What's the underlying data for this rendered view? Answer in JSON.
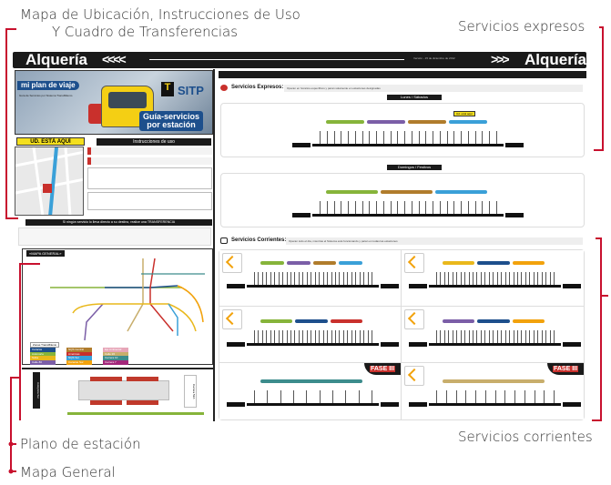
{
  "callouts": {
    "top_left_line1": "Mapa de Ubicación, Instrucciones de Uso",
    "top_left_line2": "Y Cuadro de Transferencias",
    "top_right": "Servicios expresos",
    "bottom_right": "Servicios corrientes",
    "bottom_left_1": "Plano de estación",
    "bottom_left_2": "Mapa General"
  },
  "poster": {
    "station_name": "Alquería",
    "date_note": "Versión - 15 de diciembre de 2012",
    "banner": {
      "logo": "mi plan de viaje",
      "subtitle": "Guía de Servicios por Sistema TransMilenio",
      "brand": "SITP",
      "guide_title_1": "Guía-servicios",
      "guide_title_2": "por estación"
    },
    "you_are_here": "UD. ESTÁ AQUÍ",
    "instructions_title": "Instrucciones de uso",
    "transfer_note": "Si ningún servicio lo lleva directo a su destino, realice una TRANSFERENCIA",
    "map_general_title": "«MAPA GENERAL»",
    "zonas_title": "Zonas TransMilenio",
    "zones": [
      {
        "label": "Caracas",
        "color": "#1d4f8c"
      },
      {
        "label": "Autonorte",
        "color": "#86b43a"
      },
      {
        "label": "Suba",
        "color": "#e9b81c"
      },
      {
        "label": "Calle 80",
        "color": "#7b5ea7"
      },
      {
        "label": "NQS Central",
        "color": "#b07c2c"
      },
      {
        "label": "Américas",
        "color": "#c9302c"
      },
      {
        "label": "NQS Sur",
        "color": "#3aa0d8"
      },
      {
        "label": "Caracas Sur",
        "color": "#f2a20c"
      },
      {
        "label": "Eje Ambiental",
        "color": "#e7a6b8"
      },
      {
        "label": "Calle 26",
        "color": "#c8ae6c"
      },
      {
        "label": "Carrera 10",
        "color": "#3c8c8c"
      },
      {
        "label": "Carrera 7",
        "color": "#a3267a"
      }
    ],
    "station_plan": {
      "side_label": "Autopista Sur",
      "street": "Carrera 52A"
    }
  },
  "express": {
    "title": "Servicios Expresos:",
    "desc": "Operan en horarios específicos y paran solamente en estaciones designadas",
    "weekday_label": "Lunes / Sábados",
    "weekend_label": "Domingos / Festivos",
    "here_tag": "Ud. está aquí"
  },
  "regular": {
    "title": "Servicios Corrientes:",
    "desc": "Operan todo el día, mientras el Sistema esté funcionando y paran en todas las estaciones",
    "fase_label": "FASE III"
  },
  "colors": {
    "accent_red": "#c8102e",
    "header": "#1a1a1a"
  }
}
